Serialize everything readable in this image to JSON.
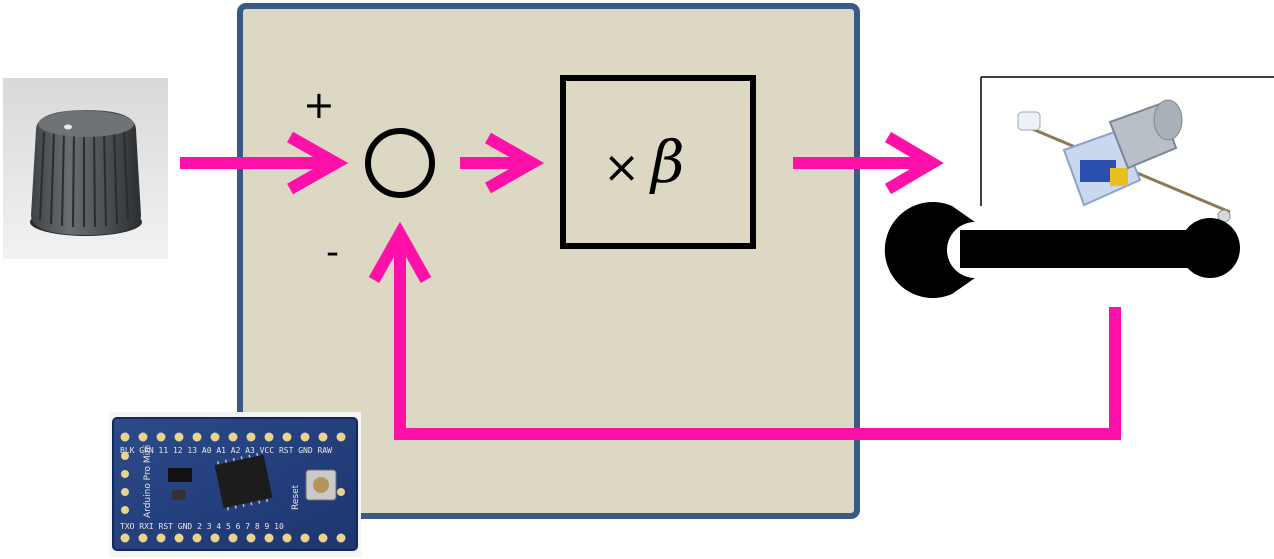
{
  "diagram": {
    "sign_plus": "+",
    "sign_minus": "-",
    "gain_block": {
      "times": "×",
      "symbol": "β"
    },
    "colors": {
      "arrow": "#ff11a9",
      "controller_fill": "#dcd8c4",
      "controller_border": "#3a5a86",
      "stroke": "#000000"
    },
    "icons": {
      "input": "knob-icon",
      "plant": "gear-motor-icon",
      "actuator": "wrench-icon",
      "board": "arduino-board-icon"
    }
  },
  "pcb_text": {
    "top_pins": "BLK GRN 11 12 13 A0 A1 A2 A3 VCC RST GND RAW",
    "brand": "Arduino Pro Mini",
    "reset": "Reset",
    "bottom_pins": "TXO RXI RST GND 2 3 4 5 6 7 8 9 10"
  }
}
